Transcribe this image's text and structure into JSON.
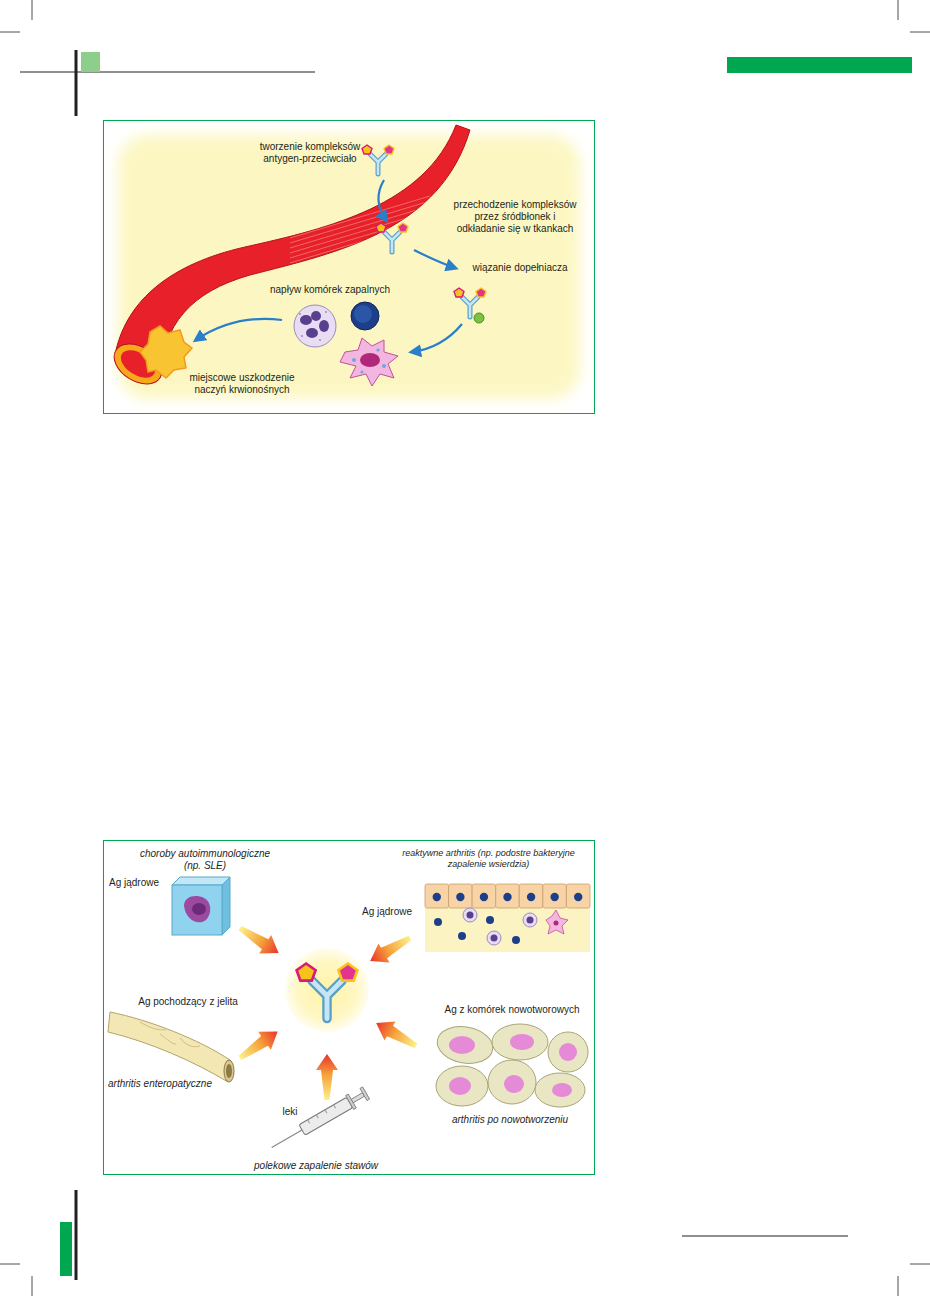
{
  "diagram": {
    "labels": [
      "tworzenie kompleksów antygen-przeciwciało",
      "przechodzenie kompleksów przez śródbłonek i odkładanie się w tkankach",
      "wiązanie dopełniacza",
      "napływ komórek zapalnych",
      "miejscowe uszkodzenie naczyń krwionośnych",
      "choroby autoimmunologiczne (np. SLE)",
      "Ag jądrowe",
      "reaktywne arthritis (np. podostre bakteryjne zapalenie wsierdzia)",
      "Ag jądrowe",
      "Ag pochodzący z jelita",
      "arthritis enteropatyczne",
      "Ag z komórek nowotworowych",
      "arthritis po nowotworzeniu",
      "leki",
      "polekowe zapalenie stawów"
    ]
  }
}
